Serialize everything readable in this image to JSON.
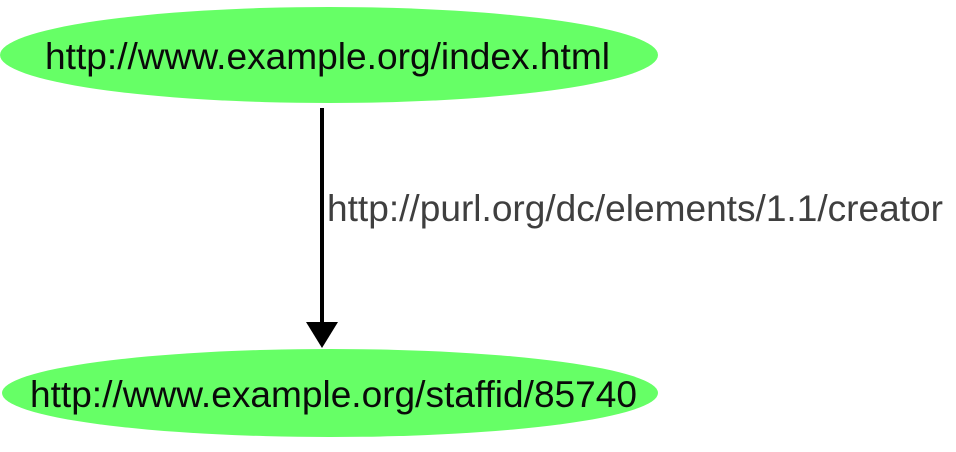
{
  "diagram": {
    "type": "rdf-graph",
    "nodes": {
      "subject": {
        "uri": "http://www.example.org/index.html",
        "shape": "ellipse",
        "role": "subject"
      },
      "object": {
        "uri": "http://www.example.org/staffid/85740",
        "shape": "ellipse",
        "role": "object"
      }
    },
    "edge": {
      "predicate_uri": "http://purl.org/dc/elements/1.1/creator",
      "from": "subject",
      "to": "object",
      "direction": "down"
    },
    "colors": {
      "node_fill": "#66ff66",
      "arrow": "#000000",
      "node_text": "#0a0a0a",
      "edge_text": "#3f3f3f",
      "background": "#ffffff"
    }
  }
}
